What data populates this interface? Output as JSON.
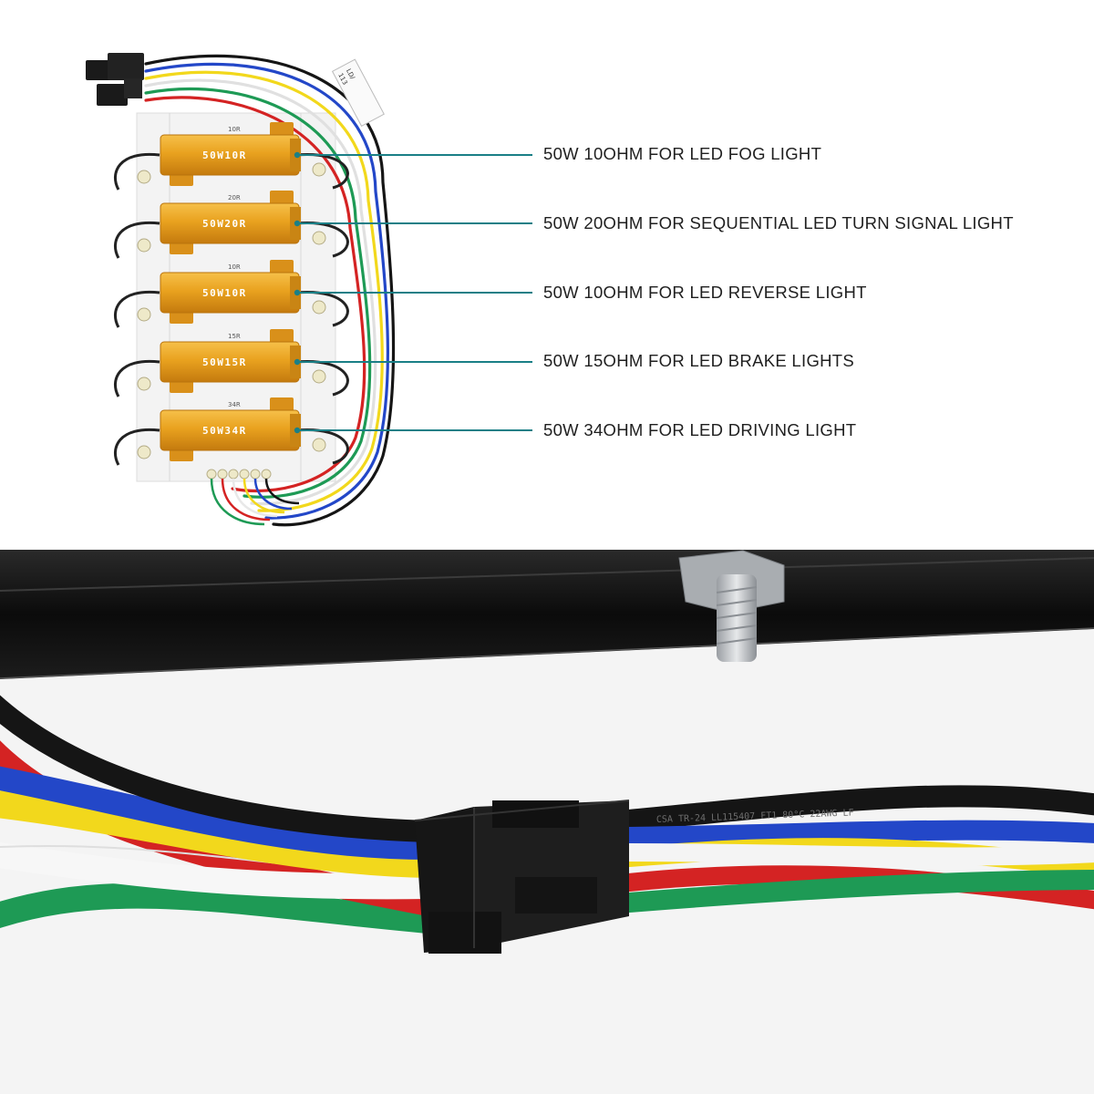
{
  "product": {
    "callouts": [
      {
        "text": "50W 10OHM FOR LED FOG LIGHT"
      },
      {
        "text": "50W 20OHM FOR SEQUENTIAL LED TURN SIGNAL LIGHT"
      },
      {
        "text": "50W 10OHM FOR LED REVERSE LIGHT"
      },
      {
        "text": "50W 15OHM FOR LED BRAKE LIGHTS"
      },
      {
        "text": "50W 34OHM FOR LED DRIVING LIGHT"
      }
    ],
    "resistors": [
      {
        "label": "50W10R",
        "board_mark": "10R"
      },
      {
        "label": "50W20R",
        "board_mark": "20R"
      },
      {
        "label": "50W10R",
        "board_mark": "10R"
      },
      {
        "label": "50W15R",
        "board_mark": "15R"
      },
      {
        "label": "50W34R",
        "board_mark": "34R"
      }
    ],
    "tag_text": [
      "LD/",
      "113"
    ],
    "cable_print": "CSA  TR-24  LL115407  FT1  80°C  22AWG  LF"
  },
  "colors": {
    "callout_line": "#1a7f86",
    "resistor": "#e9a21f",
    "wire_black": "#151515",
    "wire_red": "#d42323",
    "wire_blue": "#2347c8",
    "wire_yellow": "#f2d81c",
    "wire_white": "#f4f4f4",
    "wire_green": "#1e9a55"
  }
}
